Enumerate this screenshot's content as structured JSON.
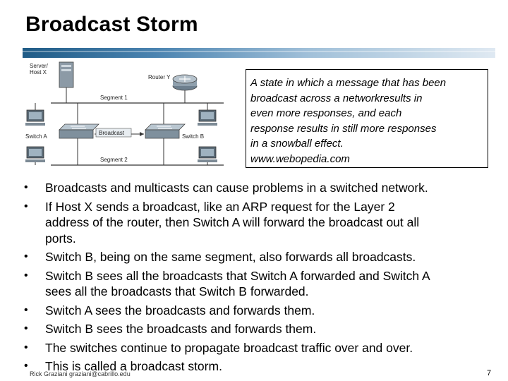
{
  "slide": {
    "title": "Broadcast Storm",
    "page_number": "7",
    "footer": "Rick Graziani graziani@cabrillo.edu"
  },
  "diagram": {
    "server_label_1": "Server/",
    "server_label_2": "Host X",
    "router_label": "Router Y",
    "segment1_label": "Segment 1",
    "segment2_label": "Segment 2",
    "switch_a_label": "Switch A",
    "switch_b_label": "Switch B",
    "broadcast_label": "Broadcast"
  },
  "callout": {
    "lines": [
      "A state in which a message that has been",
      "broadcast across a networkresults in",
      "even more responses, and each",
      "response results in still more responses",
      "in a snowball effect.",
      "www.webopedia.com"
    ]
  },
  "bullets": [
    {
      "lines": [
        "Broadcasts and multicasts can cause problems in a switched network."
      ]
    },
    {
      "lines": [
        "If Host X sends a broadcast, like an ARP request for the Layer 2",
        "address of the router, then Switch A will forward the broadcast out all",
        "ports."
      ]
    },
    {
      "lines": [
        "Switch B, being on the same segment, also forwards all broadcasts."
      ]
    },
    {
      "lines": [
        "Switch B sees all the broadcasts that Switch A forwarded and Switch A",
        "sees all the broadcasts that Switch B forwarded."
      ]
    },
    {
      "lines": [
        "Switch A sees the broadcasts and forwards them."
      ]
    },
    {
      "lines": [
        "Switch B sees the broadcasts and forwards them."
      ]
    },
    {
      "lines": [
        "The switches continue to propagate broadcast traffic over and over."
      ]
    },
    {
      "lines": [
        "This is called a broadcast storm."
      ]
    }
  ],
  "bullet_glyph": "•"
}
